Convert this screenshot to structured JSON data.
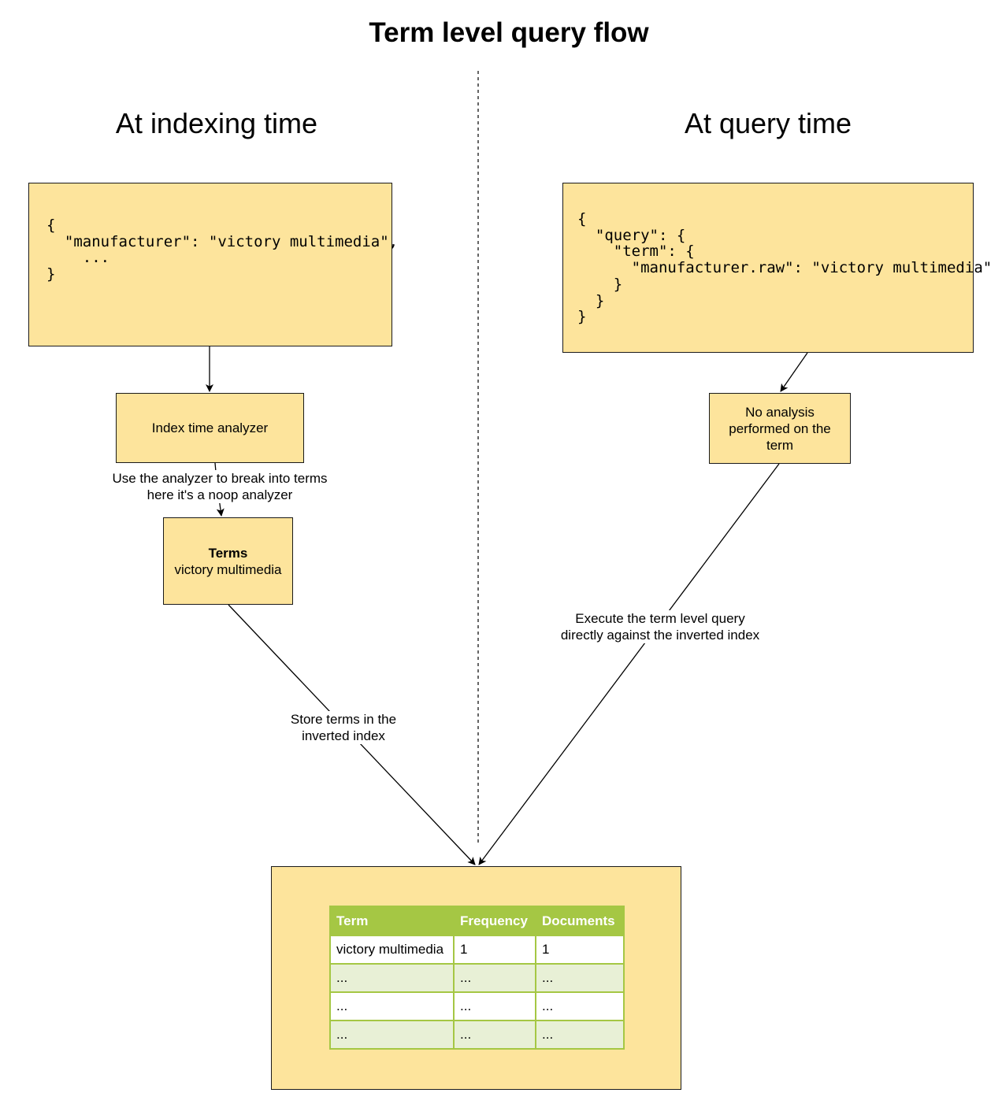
{
  "title": "Term level query flow",
  "left": {
    "heading": "At indexing time",
    "doc_lines": [
      "{",
      "  \"manufacturer\": \"victory multimedia\",",
      "",
      "    ...",
      "",
      "}"
    ],
    "analyzer_box": "Index time analyzer",
    "analyze_edge_label": [
      "Use the analyzer to break into terms",
      "here it's a noop analyzer"
    ],
    "terms_box": {
      "heading": "Terms",
      "value": "victory multimedia"
    },
    "store_edge_label": [
      "Store terms in the",
      "inverted index"
    ]
  },
  "right": {
    "heading": "At query time",
    "query_lines": [
      "{",
      "  \"query\": {",
      "    \"term\": {",
      "      \"manufacturer.raw\": \"victory multimedia\"",
      "    }",
      "  }",
      "}"
    ],
    "no_analysis_box": [
      "No analysis",
      "performed on the",
      "term"
    ],
    "execute_edge_label": [
      "Execute the term level query",
      "directly against the inverted index"
    ]
  },
  "inverted_index": {
    "columns": [
      "Term",
      "Frequency",
      "Documents"
    ],
    "rows": [
      [
        "victory multimedia",
        "1",
        "1"
      ],
      [
        "...",
        "...",
        "..."
      ],
      [
        "...",
        "...",
        "..."
      ],
      [
        "...",
        "...",
        "..."
      ]
    ]
  },
  "colors": {
    "box_fill": "#fde49c",
    "table_header": "#a5c744",
    "table_alt_row": "#e8f0d6"
  }
}
